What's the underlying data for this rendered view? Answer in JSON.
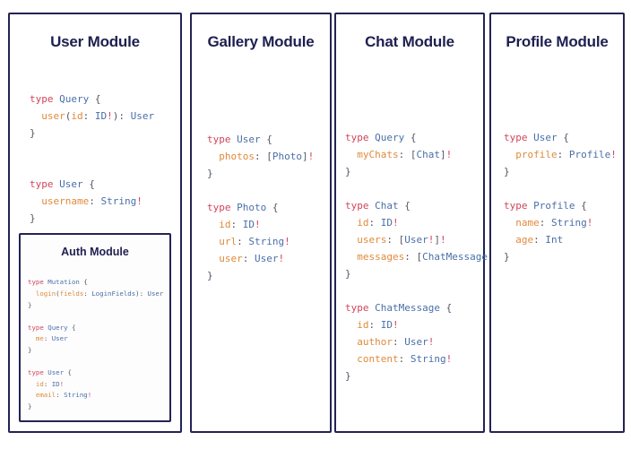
{
  "diagram": {
    "kind": "graphql-schema-modules",
    "background": "#ffffff",
    "colors": {
      "panel_border": "#232355",
      "title": "#1e1f4f",
      "keyword": "#d0455c",
      "type_name": "#4a6fa8",
      "field_name": "#e08a3c",
      "punctuation": "#555566"
    }
  },
  "panels": [
    {
      "id": "user",
      "title": "User Module",
      "code": [
        {
          "tokens": [
            {
              "c": "k",
              "s": "type"
            },
            {
              "c": "p",
              "s": " "
            },
            {
              "c": "t",
              "s": "Query"
            },
            {
              "c": "p",
              "s": " {"
            }
          ]
        },
        {
          "tokens": [
            {
              "c": "p",
              "s": "  "
            },
            {
              "c": "f",
              "s": "user"
            },
            {
              "c": "p",
              "s": "("
            },
            {
              "c": "f",
              "s": "id"
            },
            {
              "c": "p",
              "s": ": "
            },
            {
              "c": "t",
              "s": "ID"
            },
            {
              "c": "bang",
              "s": "!"
            },
            {
              "c": "p",
              "s": "): "
            },
            {
              "c": "t",
              "s": "User"
            }
          ]
        },
        {
          "tokens": [
            {
              "c": "p",
              "s": "}"
            }
          ]
        },
        {
          "tokens": []
        },
        {
          "tokens": []
        },
        {
          "tokens": [
            {
              "c": "k",
              "s": "type"
            },
            {
              "c": "p",
              "s": " "
            },
            {
              "c": "t",
              "s": "User"
            },
            {
              "c": "p",
              "s": " {"
            }
          ]
        },
        {
          "tokens": [
            {
              "c": "p",
              "s": "  "
            },
            {
              "c": "f",
              "s": "username"
            },
            {
              "c": "p",
              "s": ": "
            },
            {
              "c": "t",
              "s": "String"
            },
            {
              "c": "bang",
              "s": "!"
            }
          ]
        },
        {
          "tokens": [
            {
              "c": "p",
              "s": "}"
            }
          ]
        }
      ],
      "subpanel": {
        "id": "auth",
        "title": "Auth Module",
        "code": [
          {
            "tokens": [
              {
                "c": "k",
                "s": "type"
              },
              {
                "c": "p",
                "s": " "
              },
              {
                "c": "t",
                "s": "Mutation"
              },
              {
                "c": "p",
                "s": " {"
              }
            ]
          },
          {
            "tokens": [
              {
                "c": "p",
                "s": "  "
              },
              {
                "c": "f",
                "s": "login"
              },
              {
                "c": "p",
                "s": "("
              },
              {
                "c": "f",
                "s": "fields"
              },
              {
                "c": "p",
                "s": ": "
              },
              {
                "c": "t",
                "s": "LoginFields"
              },
              {
                "c": "p",
                "s": "): "
              },
              {
                "c": "t",
                "s": "User"
              }
            ]
          },
          {
            "tokens": [
              {
                "c": "p",
                "s": "}"
              }
            ]
          },
          {
            "tokens": []
          },
          {
            "tokens": [
              {
                "c": "k",
                "s": "type"
              },
              {
                "c": "p",
                "s": " "
              },
              {
                "c": "t",
                "s": "Query"
              },
              {
                "c": "p",
                "s": " {"
              }
            ]
          },
          {
            "tokens": [
              {
                "c": "p",
                "s": "  "
              },
              {
                "c": "f",
                "s": "me"
              },
              {
                "c": "p",
                "s": ": "
              },
              {
                "c": "t",
                "s": "User"
              }
            ]
          },
          {
            "tokens": [
              {
                "c": "p",
                "s": "}"
              }
            ]
          },
          {
            "tokens": []
          },
          {
            "tokens": [
              {
                "c": "k",
                "s": "type"
              },
              {
                "c": "p",
                "s": " "
              },
              {
                "c": "t",
                "s": "User"
              },
              {
                "c": "p",
                "s": " {"
              }
            ]
          },
          {
            "tokens": [
              {
                "c": "p",
                "s": "  "
              },
              {
                "c": "f",
                "s": "id"
              },
              {
                "c": "p",
                "s": ": "
              },
              {
                "c": "t",
                "s": "ID"
              },
              {
                "c": "bang",
                "s": "!"
              }
            ]
          },
          {
            "tokens": [
              {
                "c": "p",
                "s": "  "
              },
              {
                "c": "f",
                "s": "email"
              },
              {
                "c": "p",
                "s": ": "
              },
              {
                "c": "t",
                "s": "String"
              },
              {
                "c": "bang",
                "s": "!"
              }
            ]
          },
          {
            "tokens": [
              {
                "c": "p",
                "s": "}"
              }
            ]
          }
        ]
      }
    },
    {
      "id": "gallery",
      "title": "Gallery Module",
      "code": [
        {
          "tokens": [
            {
              "c": "k",
              "s": "type"
            },
            {
              "c": "p",
              "s": " "
            },
            {
              "c": "t",
              "s": "User"
            },
            {
              "c": "p",
              "s": " {"
            }
          ]
        },
        {
          "tokens": [
            {
              "c": "p",
              "s": "  "
            },
            {
              "c": "f",
              "s": "photos"
            },
            {
              "c": "p",
              "s": ": ["
            },
            {
              "c": "t",
              "s": "Photo"
            },
            {
              "c": "p",
              "s": "]"
            },
            {
              "c": "bang",
              "s": "!"
            }
          ]
        },
        {
          "tokens": [
            {
              "c": "p",
              "s": "}"
            }
          ]
        },
        {
          "tokens": []
        },
        {
          "tokens": [
            {
              "c": "k",
              "s": "type"
            },
            {
              "c": "p",
              "s": " "
            },
            {
              "c": "t",
              "s": "Photo"
            },
            {
              "c": "p",
              "s": " {"
            }
          ]
        },
        {
          "tokens": [
            {
              "c": "p",
              "s": "  "
            },
            {
              "c": "f",
              "s": "id"
            },
            {
              "c": "p",
              "s": ": "
            },
            {
              "c": "t",
              "s": "ID"
            },
            {
              "c": "bang",
              "s": "!"
            }
          ]
        },
        {
          "tokens": [
            {
              "c": "p",
              "s": "  "
            },
            {
              "c": "f",
              "s": "url"
            },
            {
              "c": "p",
              "s": ": "
            },
            {
              "c": "t",
              "s": "String"
            },
            {
              "c": "bang",
              "s": "!"
            }
          ]
        },
        {
          "tokens": [
            {
              "c": "p",
              "s": "  "
            },
            {
              "c": "f",
              "s": "user"
            },
            {
              "c": "p",
              "s": ": "
            },
            {
              "c": "t",
              "s": "User"
            },
            {
              "c": "bang",
              "s": "!"
            }
          ]
        },
        {
          "tokens": [
            {
              "c": "p",
              "s": "}"
            }
          ]
        }
      ]
    },
    {
      "id": "chat",
      "title": "Chat Module",
      "code": [
        {
          "tokens": [
            {
              "c": "k",
              "s": "type"
            },
            {
              "c": "p",
              "s": " "
            },
            {
              "c": "t",
              "s": "Query"
            },
            {
              "c": "p",
              "s": " {"
            }
          ]
        },
        {
          "tokens": [
            {
              "c": "p",
              "s": "  "
            },
            {
              "c": "f",
              "s": "myChats"
            },
            {
              "c": "p",
              "s": ": ["
            },
            {
              "c": "t",
              "s": "Chat"
            },
            {
              "c": "p",
              "s": "]"
            },
            {
              "c": "bang",
              "s": "!"
            }
          ]
        },
        {
          "tokens": [
            {
              "c": "p",
              "s": "}"
            }
          ]
        },
        {
          "tokens": []
        },
        {
          "tokens": [
            {
              "c": "k",
              "s": "type"
            },
            {
              "c": "p",
              "s": " "
            },
            {
              "c": "t",
              "s": "Chat"
            },
            {
              "c": "p",
              "s": " {"
            }
          ]
        },
        {
          "tokens": [
            {
              "c": "p",
              "s": "  "
            },
            {
              "c": "f",
              "s": "id"
            },
            {
              "c": "p",
              "s": ": "
            },
            {
              "c": "t",
              "s": "ID"
            },
            {
              "c": "bang",
              "s": "!"
            }
          ]
        },
        {
          "tokens": [
            {
              "c": "p",
              "s": "  "
            },
            {
              "c": "f",
              "s": "users"
            },
            {
              "c": "p",
              "s": ": ["
            },
            {
              "c": "t",
              "s": "User"
            },
            {
              "c": "bang",
              "s": "!"
            },
            {
              "c": "p",
              "s": "]"
            },
            {
              "c": "bang",
              "s": "!"
            }
          ]
        },
        {
          "tokens": [
            {
              "c": "p",
              "s": "  "
            },
            {
              "c": "f",
              "s": "messages"
            },
            {
              "c": "p",
              "s": ": ["
            },
            {
              "c": "t",
              "s": "ChatMessage"
            },
            {
              "c": "p",
              "s": "]"
            },
            {
              "c": "bang",
              "s": "!"
            }
          ]
        },
        {
          "tokens": [
            {
              "c": "p",
              "s": "}"
            }
          ]
        },
        {
          "tokens": []
        },
        {
          "tokens": [
            {
              "c": "k",
              "s": "type"
            },
            {
              "c": "p",
              "s": " "
            },
            {
              "c": "t",
              "s": "ChatMessage"
            },
            {
              "c": "p",
              "s": " {"
            }
          ]
        },
        {
          "tokens": [
            {
              "c": "p",
              "s": "  "
            },
            {
              "c": "f",
              "s": "id"
            },
            {
              "c": "p",
              "s": ": "
            },
            {
              "c": "t",
              "s": "ID"
            },
            {
              "c": "bang",
              "s": "!"
            }
          ]
        },
        {
          "tokens": [
            {
              "c": "p",
              "s": "  "
            },
            {
              "c": "f",
              "s": "author"
            },
            {
              "c": "p",
              "s": ": "
            },
            {
              "c": "t",
              "s": "User"
            },
            {
              "c": "bang",
              "s": "!"
            }
          ]
        },
        {
          "tokens": [
            {
              "c": "p",
              "s": "  "
            },
            {
              "c": "f",
              "s": "content"
            },
            {
              "c": "p",
              "s": ": "
            },
            {
              "c": "t",
              "s": "String"
            },
            {
              "c": "bang",
              "s": "!"
            }
          ]
        },
        {
          "tokens": [
            {
              "c": "p",
              "s": "}"
            }
          ]
        }
      ]
    },
    {
      "id": "profile",
      "title": "Profile Module",
      "code": [
        {
          "tokens": [
            {
              "c": "k",
              "s": "type"
            },
            {
              "c": "p",
              "s": " "
            },
            {
              "c": "t",
              "s": "User"
            },
            {
              "c": "p",
              "s": " {"
            }
          ]
        },
        {
          "tokens": [
            {
              "c": "p",
              "s": "  "
            },
            {
              "c": "f",
              "s": "profile"
            },
            {
              "c": "p",
              "s": ": "
            },
            {
              "c": "t",
              "s": "Profile"
            },
            {
              "c": "bang",
              "s": "!"
            }
          ]
        },
        {
          "tokens": [
            {
              "c": "p",
              "s": "}"
            }
          ]
        },
        {
          "tokens": []
        },
        {
          "tokens": [
            {
              "c": "k",
              "s": "type"
            },
            {
              "c": "p",
              "s": " "
            },
            {
              "c": "t",
              "s": "Profile"
            },
            {
              "c": "p",
              "s": " {"
            }
          ]
        },
        {
          "tokens": [
            {
              "c": "p",
              "s": "  "
            },
            {
              "c": "f",
              "s": "name"
            },
            {
              "c": "p",
              "s": ": "
            },
            {
              "c": "t",
              "s": "String"
            },
            {
              "c": "bang",
              "s": "!"
            }
          ]
        },
        {
          "tokens": [
            {
              "c": "p",
              "s": "  "
            },
            {
              "c": "f",
              "s": "age"
            },
            {
              "c": "p",
              "s": ": "
            },
            {
              "c": "t",
              "s": "Int"
            }
          ]
        },
        {
          "tokens": [
            {
              "c": "p",
              "s": "}"
            }
          ]
        }
      ]
    }
  ]
}
